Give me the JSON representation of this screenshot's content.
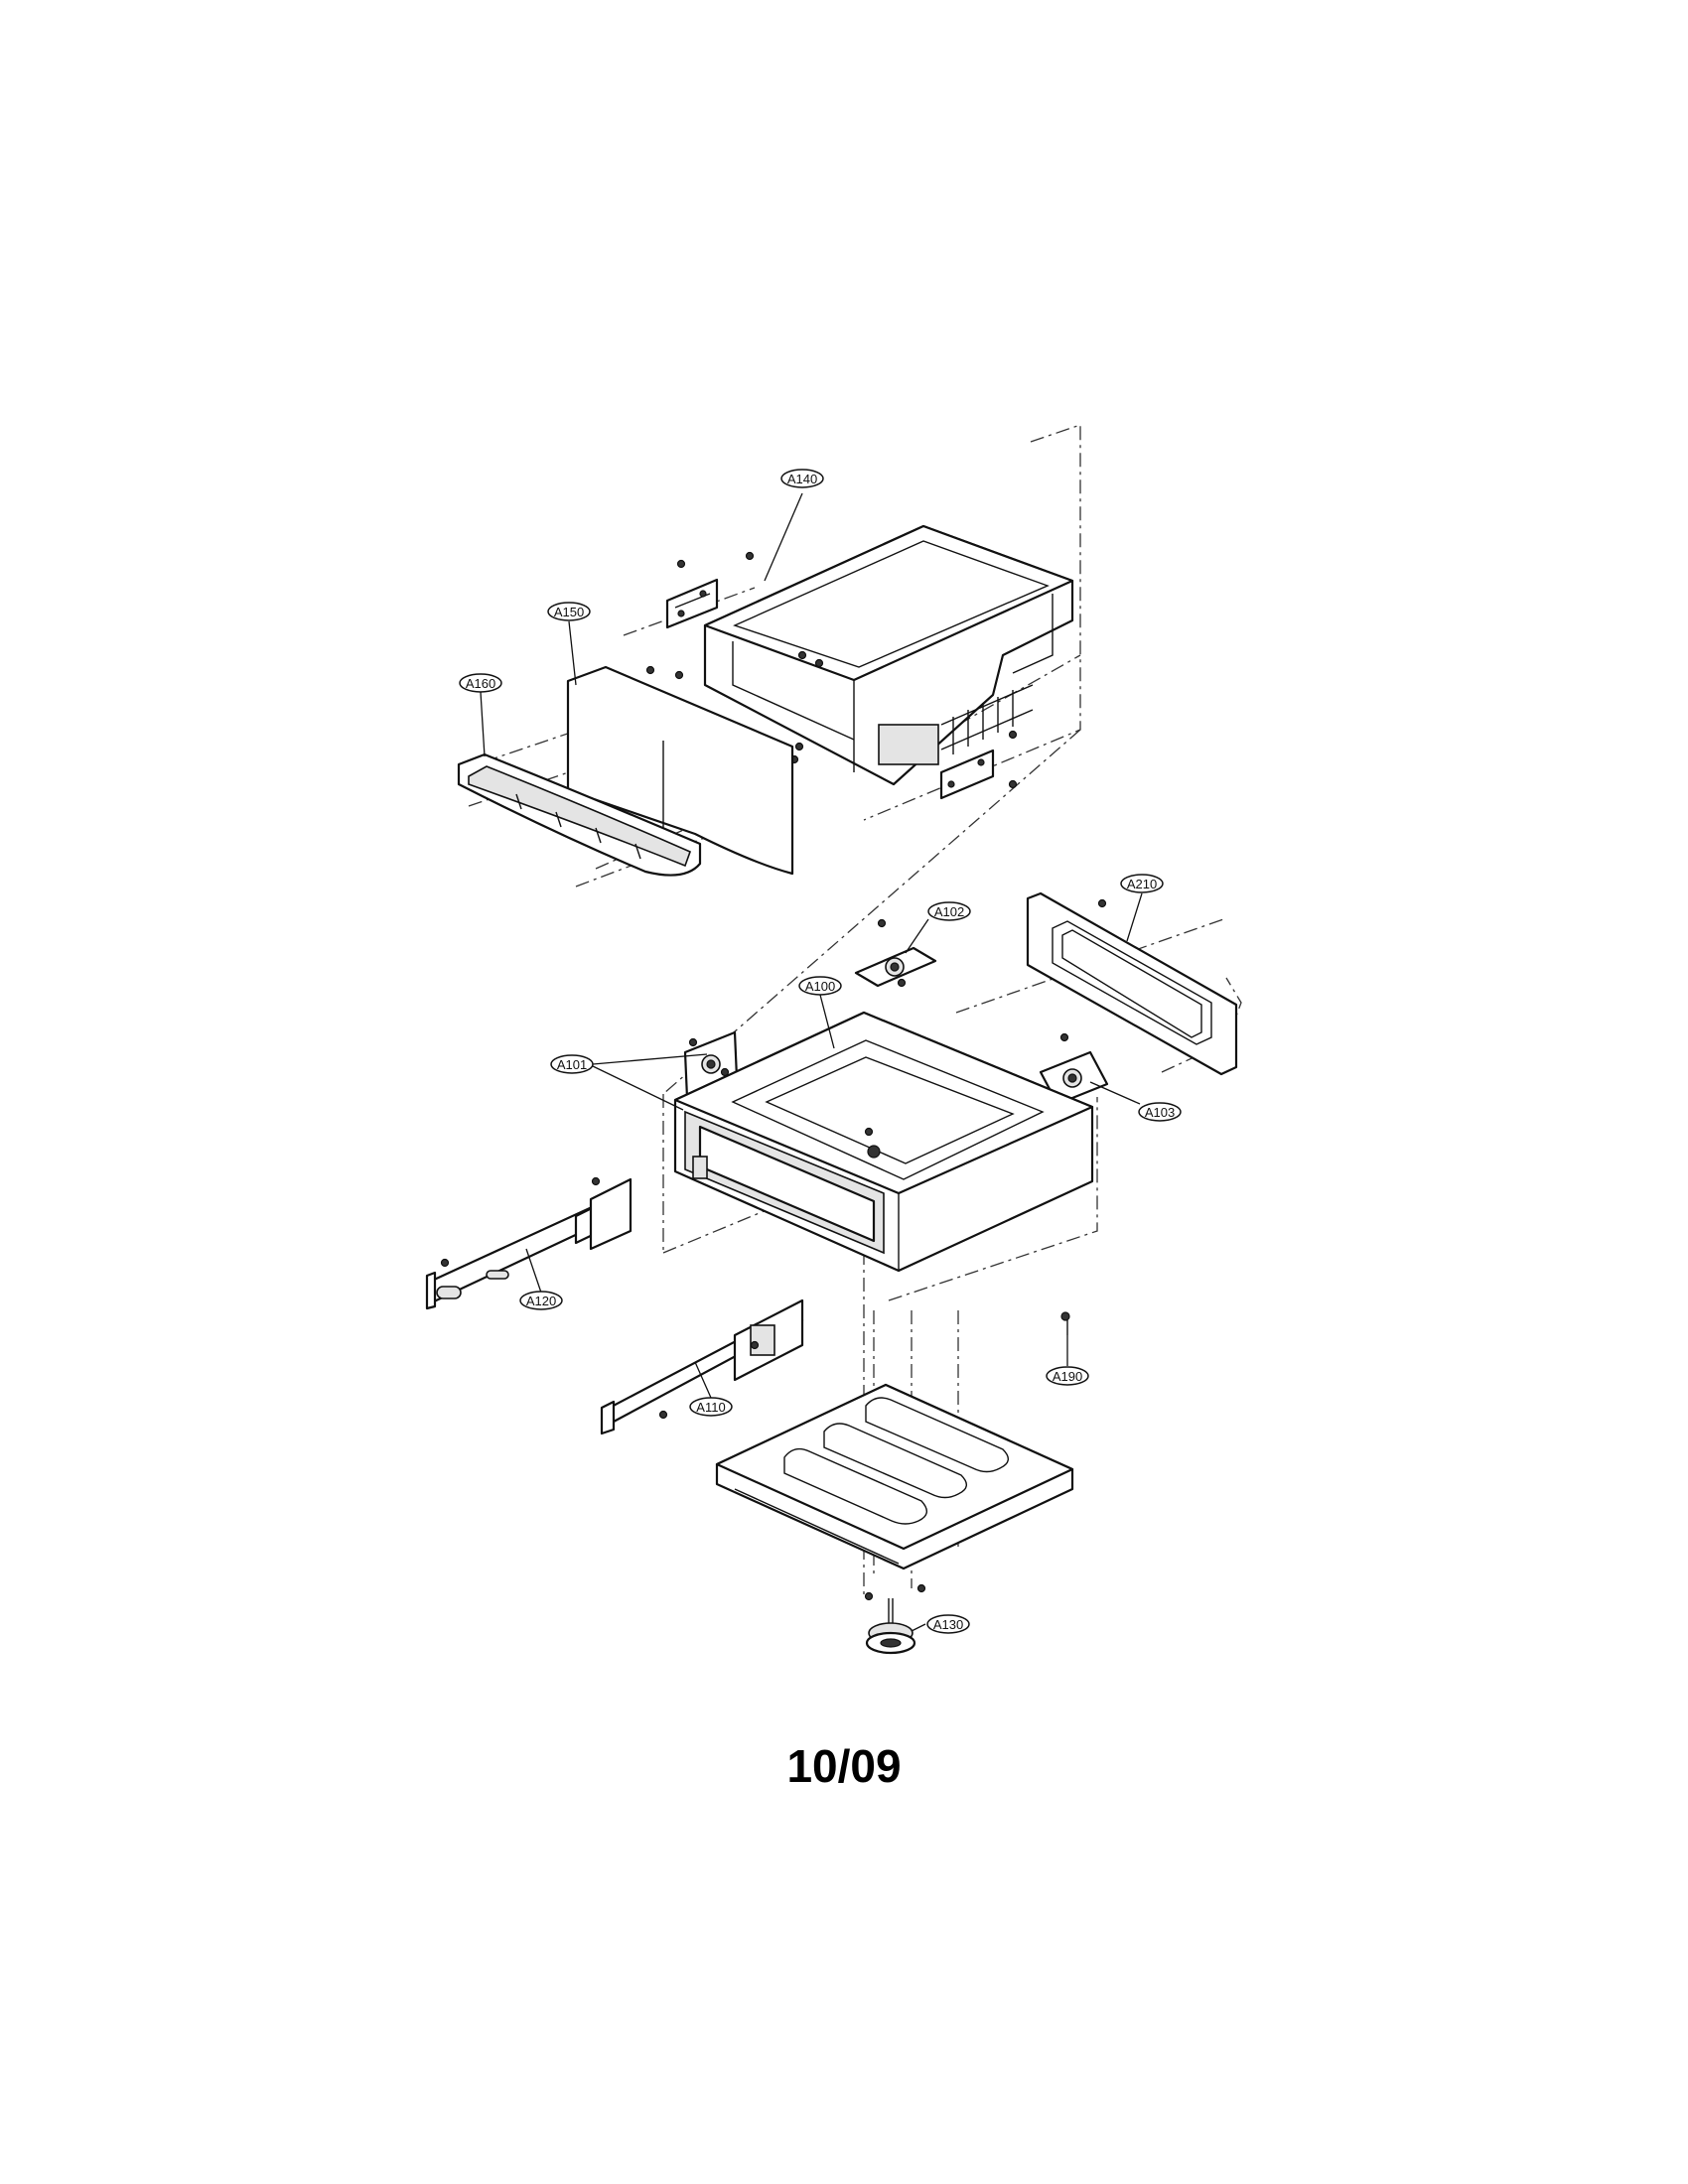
{
  "diagram": {
    "callouts": [
      "A140",
      "A150",
      "A160",
      "A210",
      "A102",
      "A100",
      "A101",
      "A103",
      "A120",
      "A190",
      "A110",
      "A130"
    ]
  },
  "footer": {
    "code": "10/09"
  }
}
